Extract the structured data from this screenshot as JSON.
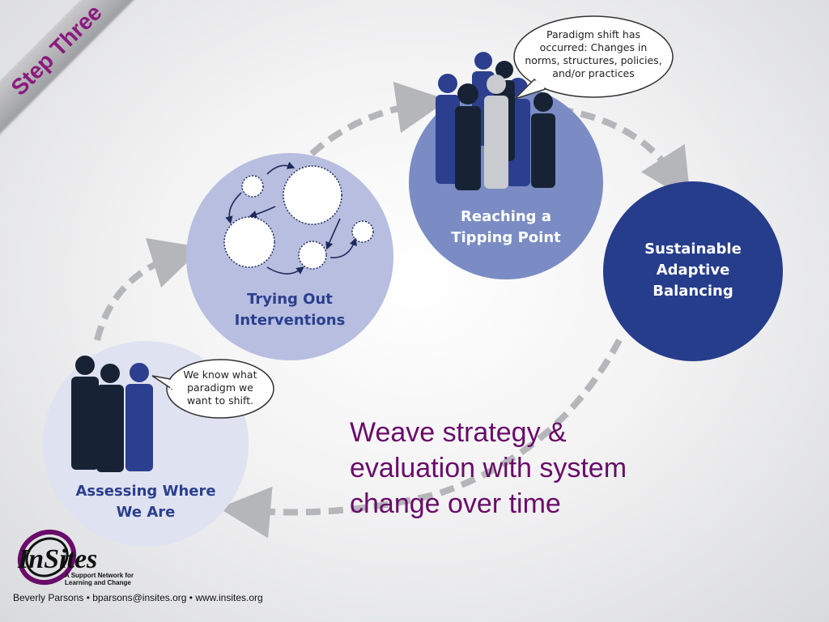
{
  "banner": {
    "label": "Step Three"
  },
  "stages": [
    {
      "id": "assessing",
      "label_line1": "Assessing Where",
      "label_line2": "We Are"
    },
    {
      "id": "trying",
      "label_line1": "Trying Out",
      "label_line2": "Interventions"
    },
    {
      "id": "tipping",
      "label_line1": "Reaching a",
      "label_line2": "Tipping Point"
    },
    {
      "id": "sustainable",
      "label_line1": "Sustainable",
      "label_line2": "Adaptive",
      "label_line3": "Balancing"
    }
  ],
  "bubbles": {
    "assessing": {
      "line1": "We know what",
      "line2": "paradigm we",
      "line3": "want to shift."
    },
    "tipping": {
      "line1": "Paradigm shift has",
      "line2": "occurred: Changes in",
      "line3": "norms, structures, policies,",
      "line4": "and/or practices"
    }
  },
  "caption": {
    "line1": "Weave strategy &",
    "line2": "evaluation with system",
    "line3": "change over time"
  },
  "logo": {
    "name": "InSites",
    "tagline_line1": "A Support Network for",
    "tagline_line2": "Learning and Change"
  },
  "footer": {
    "text": "Beverly Parsons • bparsons@insites.org • www.insites.org"
  },
  "colors": {
    "assessing_fill": "#dfe2f0",
    "trying_fill": "#b7bee0",
    "tipping_fill": "#7a8cc3",
    "sustainable_fill": "#263d8c",
    "label_dark": "#2b3f8e",
    "caption": "#6a0b6a",
    "banner_text": "#8b1a7e"
  }
}
